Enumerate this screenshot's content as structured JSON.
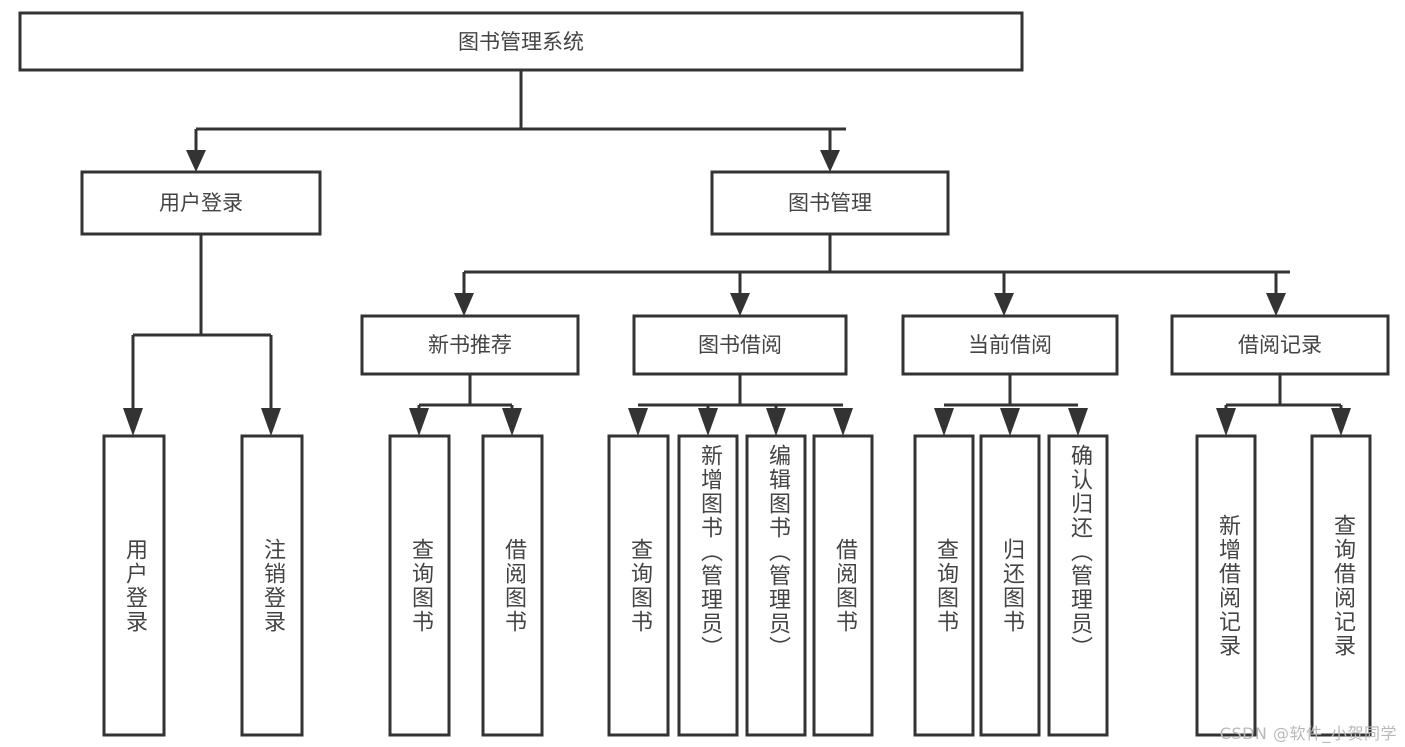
{
  "diagram": {
    "type": "tree-hierarchy-flowchart",
    "title": "图书管理系统",
    "orientation": "top-down",
    "style": {
      "box_fill": "#ffffff",
      "box_stroke": "#333333",
      "connector_color": "#333333",
      "label_color": "#444444",
      "background": "#ffffff"
    },
    "levels": [
      {
        "level": 1,
        "nodes": [
          {
            "id": "root",
            "label": "图书管理系统",
            "orientation": "horizontal"
          }
        ]
      },
      {
        "level": 2,
        "nodes": [
          {
            "id": "login",
            "label": "用户登录",
            "orientation": "horizontal",
            "parent": "root"
          },
          {
            "id": "bookmgmt",
            "label": "图书管理",
            "orientation": "horizontal",
            "parent": "root"
          }
        ]
      },
      {
        "level": 3,
        "nodes": [
          {
            "id": "newbook",
            "label": "新书推荐",
            "orientation": "horizontal",
            "parent": "bookmgmt"
          },
          {
            "id": "borrow",
            "label": "图书借阅",
            "orientation": "horizontal",
            "parent": "bookmgmt"
          },
          {
            "id": "current",
            "label": "当前借阅",
            "orientation": "horizontal",
            "parent": "bookmgmt"
          },
          {
            "id": "records",
            "label": "借阅记录",
            "orientation": "horizontal",
            "parent": "bookmgmt"
          }
        ]
      },
      {
        "level": 4,
        "nodes": [
          {
            "id": "leaf1",
            "label": "用户登录",
            "orientation": "vertical",
            "parent": "login"
          },
          {
            "id": "leaf2",
            "label": "注销登录",
            "orientation": "vertical",
            "parent": "login"
          },
          {
            "id": "leaf3",
            "label": "查询图书",
            "orientation": "vertical",
            "parent": "newbook"
          },
          {
            "id": "leaf4",
            "label": "借阅图书",
            "orientation": "vertical",
            "parent": "newbook"
          },
          {
            "id": "leaf5",
            "label": "查询图书",
            "orientation": "vertical",
            "parent": "borrow"
          },
          {
            "id": "leaf6",
            "label": "新增图书（管理员）",
            "orientation": "vertical",
            "parent": "borrow"
          },
          {
            "id": "leaf7",
            "label": "编辑图书（管理员）",
            "orientation": "vertical",
            "parent": "borrow"
          },
          {
            "id": "leaf8",
            "label": "借阅图书",
            "orientation": "vertical",
            "parent": "borrow"
          },
          {
            "id": "leaf9",
            "label": "查询图书",
            "orientation": "vertical",
            "parent": "current"
          },
          {
            "id": "leaf10",
            "label": "归还图书",
            "orientation": "vertical",
            "parent": "current"
          },
          {
            "id": "leaf11",
            "label": "确认归还（管理员）",
            "orientation": "vertical",
            "parent": "current"
          },
          {
            "id": "leaf12",
            "label": "新增借阅记录",
            "orientation": "vertical",
            "parent": "records"
          },
          {
            "id": "leaf13",
            "label": "查询借阅记录",
            "orientation": "vertical",
            "parent": "records"
          }
        ]
      }
    ]
  },
  "watermark": {
    "text": "CSDN @软件_小贺同学"
  }
}
